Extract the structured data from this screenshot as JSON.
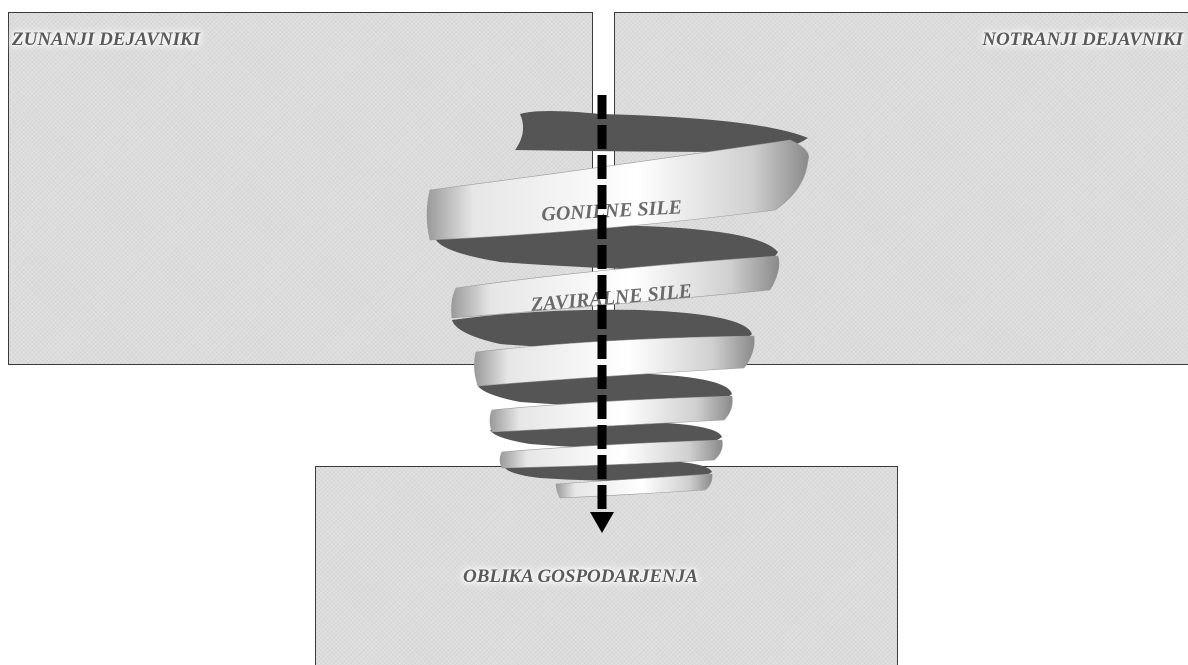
{
  "panels": {
    "external": {
      "label": "ZUNANJI DEJAVNIKI"
    },
    "internal": {
      "label": "NOTRANJI DEJAVNIKI"
    },
    "outcome": {
      "label": "OBLIKA GOSPODARJENJA"
    }
  },
  "spiral": {
    "driving_forces": "GONILNE SILE",
    "restraining_forces": "ZAVIRALNE SILE"
  },
  "colors": {
    "panel_fill": "#dcdcdc",
    "panel_border": "#3a3a3a",
    "ribbon_back": "#555555",
    "ribbon_front": "#f2f2f2",
    "arrow": "#000000",
    "label_text": "#5a5a5a"
  }
}
